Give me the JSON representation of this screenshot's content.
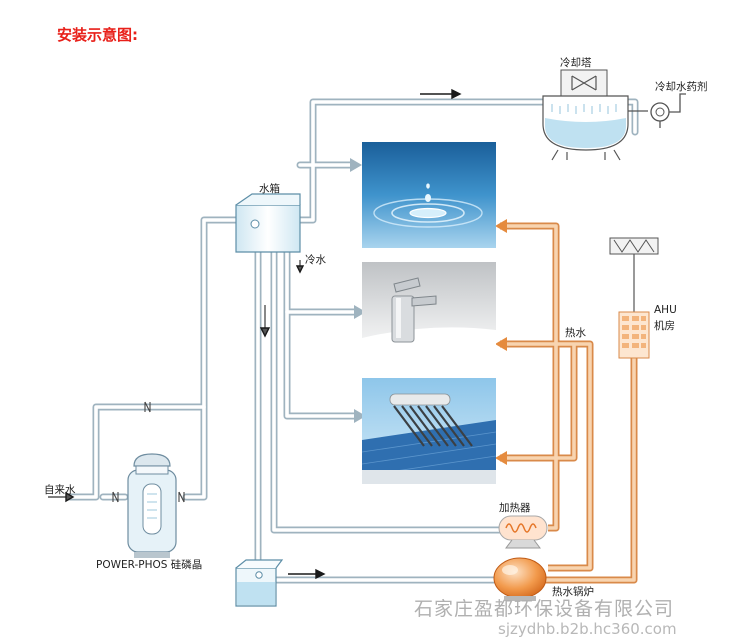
{
  "title": "安装示意图:",
  "labels": {
    "cooling_tower": "冷却塔",
    "cooling_chemical": "冷却水药剂",
    "water_tank": "水箱",
    "cold_water": "冷水",
    "hot_water": "热水",
    "ahu_line1": "AHU",
    "ahu_line2": "机房",
    "tap_water": "自来水",
    "phosphate": "POWER-PHOS 硅磷晶",
    "heater": "加热器",
    "boiler": "热水锅炉"
  },
  "watermark": {
    "company": "石家庄盈都环保设备有限公司",
    "url": "sjzydhb.b2b.hc360.com"
  },
  "colors": {
    "title": "#e8201a",
    "cold_pipe": "#c9d9e2",
    "hot_pipe": "#f0b27a",
    "arrow": "#8fa8b6"
  }
}
